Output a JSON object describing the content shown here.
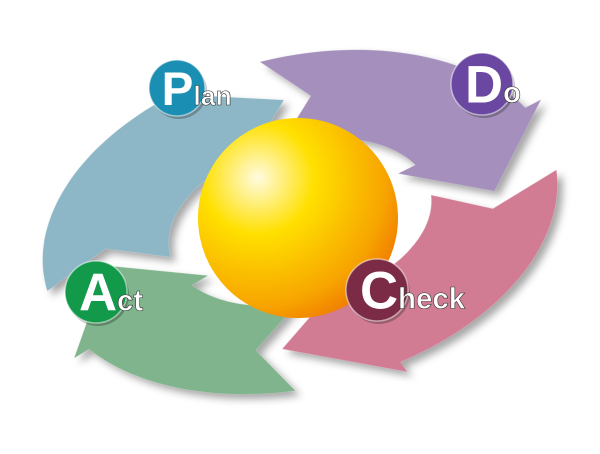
{
  "title": "PDCA cycle",
  "stages": [
    {
      "id": "plan",
      "initial": "P",
      "rest": "lan",
      "color": "#8db7c6",
      "badge": "#1b8fb3"
    },
    {
      "id": "do",
      "initial": "D",
      "rest": "o",
      "color": "#a58fbd",
      "badge": "#6a47a0"
    },
    {
      "id": "check",
      "initial": "C",
      "rest": "heck",
      "color": "#d27c94",
      "badge": "#7c2b47"
    },
    {
      "id": "act",
      "initial": "A",
      "rest": "ct",
      "color": "#7fb48c",
      "badge": "#12994a"
    }
  ],
  "sphere": {
    "light": "#fff8c0",
    "mid": "#ffd800",
    "dark": "#f08a00"
  }
}
